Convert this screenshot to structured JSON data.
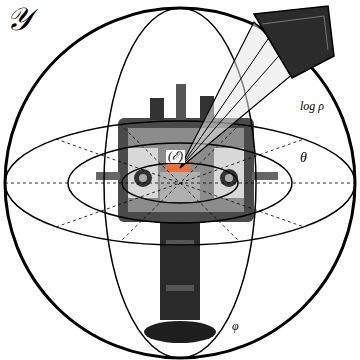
{
  "diagram": {
    "labels": [
      "𝒴",
      "log ρ",
      "θ",
      "φ",
      "(ℰ)"
    ]
  }
}
